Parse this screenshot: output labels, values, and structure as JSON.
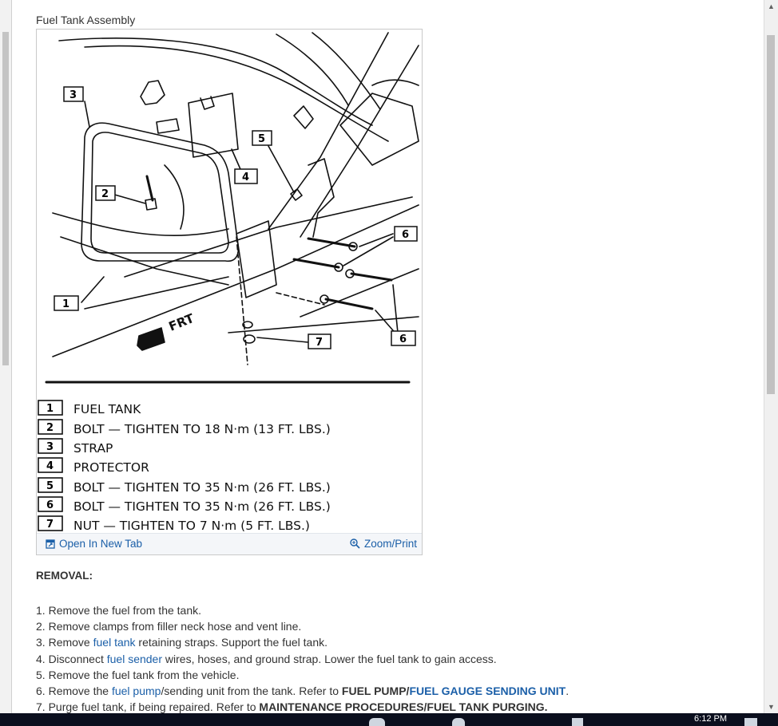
{
  "figure": {
    "title": "Fuel Tank Assembly",
    "frt_label": "FRT",
    "callouts": [
      "1",
      "2",
      "3",
      "4",
      "5",
      "6",
      "6",
      "7"
    ],
    "legend": [
      {
        "num": "1",
        "text": "FUEL TANK"
      },
      {
        "num": "2",
        "text": "BOLT — TIGHTEN TO 18 N·m (13 FT. LBS.)"
      },
      {
        "num": "3",
        "text": "STRAP"
      },
      {
        "num": "4",
        "text": "PROTECTOR"
      },
      {
        "num": "5",
        "text": "BOLT — TIGHTEN TO 35 N·m (26 FT. LBS.)"
      },
      {
        "num": "6",
        "text": "BOLT — TIGHTEN TO 35 N·m (26 FT. LBS.)"
      },
      {
        "num": "7",
        "text": "NUT — TIGHTEN TO 7 N·m (5 FT. LBS.)"
      }
    ],
    "open_new_tab_label": "Open In New Tab",
    "zoom_print_label": "Zoom/Print"
  },
  "removal": {
    "heading": "REMOVAL:",
    "steps": [
      {
        "num": "1.",
        "parts": [
          "Remove the fuel from the tank."
        ]
      },
      {
        "num": "2.",
        "parts": [
          "Remove clamps from filler neck hose and vent line."
        ]
      },
      {
        "num": "3.",
        "pre": "Remove ",
        "link": "fuel tank",
        "post": " retaining straps. Support the fuel tank."
      },
      {
        "num": "4.",
        "pre": "Disconnect ",
        "link": "fuel sender",
        "post": " wires, hoses, and ground strap. Lower the fuel tank to gain access."
      },
      {
        "num": "5.",
        "parts": [
          "Remove the fuel tank from the vehicle."
        ]
      },
      {
        "num": "6.",
        "pre": "Remove the ",
        "link": "fuel pump",
        "post": "/sending unit from the tank. Refer to ",
        "bold1": "FUEL PUMP/",
        "link2": "FUEL GAUGE SENDING UNIT",
        "post2": "."
      },
      {
        "num": "7.",
        "pre": "Purge fuel tank, if being repaired. Refer to ",
        "bold1": "MAINTENANCE PROCEDURES/FUEL TANK PURGING."
      }
    ]
  },
  "taskbar": {
    "clock": "6:12 PM"
  },
  "icons": {
    "open_tab": "open-new-tab-icon",
    "zoom": "magnifier-icon"
  },
  "colors": {
    "link": "#1b5fa8",
    "text": "#333333",
    "toolbar_bg": "#f4f6f9",
    "taskbar_bg": "#0b0f1e"
  }
}
